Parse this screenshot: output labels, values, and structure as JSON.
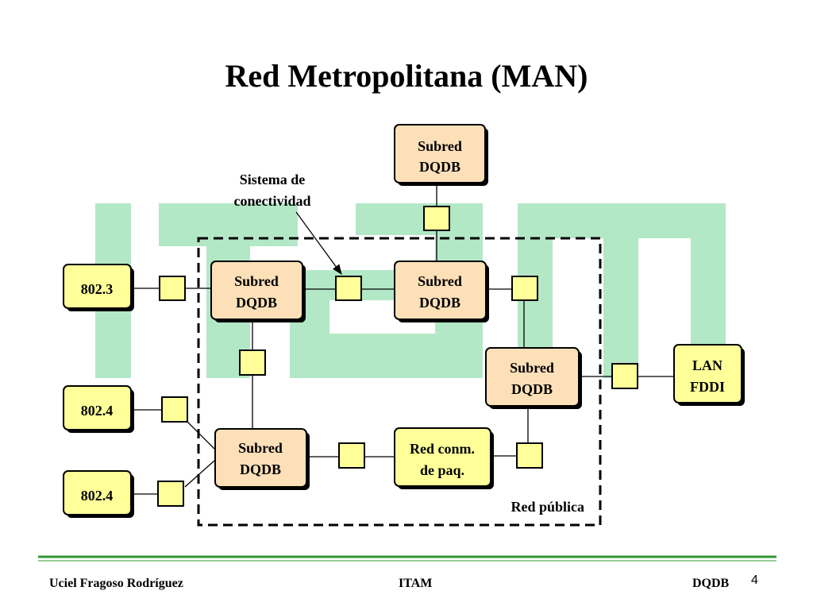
{
  "title": "Red Metropolitana (MAN)",
  "annotations": {
    "connectivity_line1": "Sistema de",
    "connectivity_line2": "conectividad",
    "public_network": "Red pública"
  },
  "nodes": {
    "subred_top": [
      "Subred",
      "DQDB"
    ],
    "subred_left": [
      "Subred",
      "DQDB"
    ],
    "subred_center": [
      "Subred",
      "DQDB"
    ],
    "subred_right": [
      "Subred",
      "DQDB"
    ],
    "subred_bottom": [
      "Subred",
      "DQDB"
    ],
    "packet_switch": [
      "Red conm.",
      "de paq."
    ],
    "lan_8023": [
      "802.3"
    ],
    "lan_8024_a": [
      "802.4"
    ],
    "lan_8024_b": [
      "802.4"
    ],
    "lan_fddi": [
      "LAN",
      "FDDI"
    ]
  },
  "footer": {
    "author": "Uciel Fragoso Rodríguez",
    "institution": "ITAM",
    "topic": "DQDB",
    "page": "4"
  },
  "colors": {
    "subred_fill": "#fde0b8",
    "lan_fill": "#ffff99",
    "connector_fill": "#ffff99",
    "watermark": "#b3e8c6",
    "footer_rule": "#339933"
  }
}
